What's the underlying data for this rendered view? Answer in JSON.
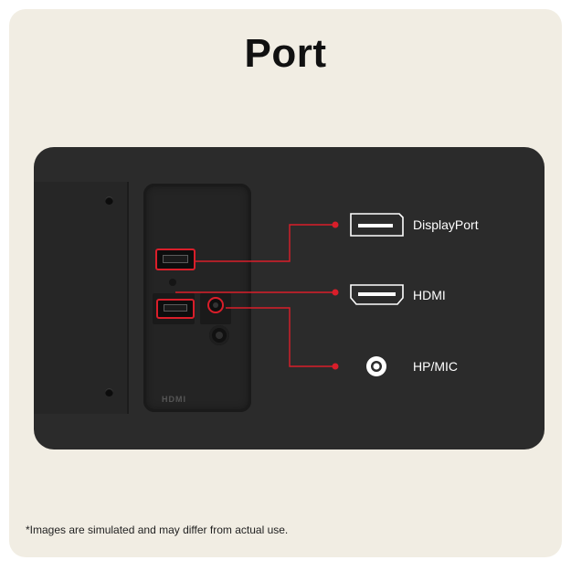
{
  "title": "Port",
  "ports": [
    {
      "label": "DisplayPort",
      "icon": "displayport-icon"
    },
    {
      "label": "HDMI",
      "icon": "hdmi-icon"
    },
    {
      "label": "HP/MIC",
      "icon": "audio-jack-icon"
    }
  ],
  "recess_logo": "HDMI",
  "accent_color": "#d91e2a",
  "footnote": "*Images are simulated and may differ from actual use."
}
